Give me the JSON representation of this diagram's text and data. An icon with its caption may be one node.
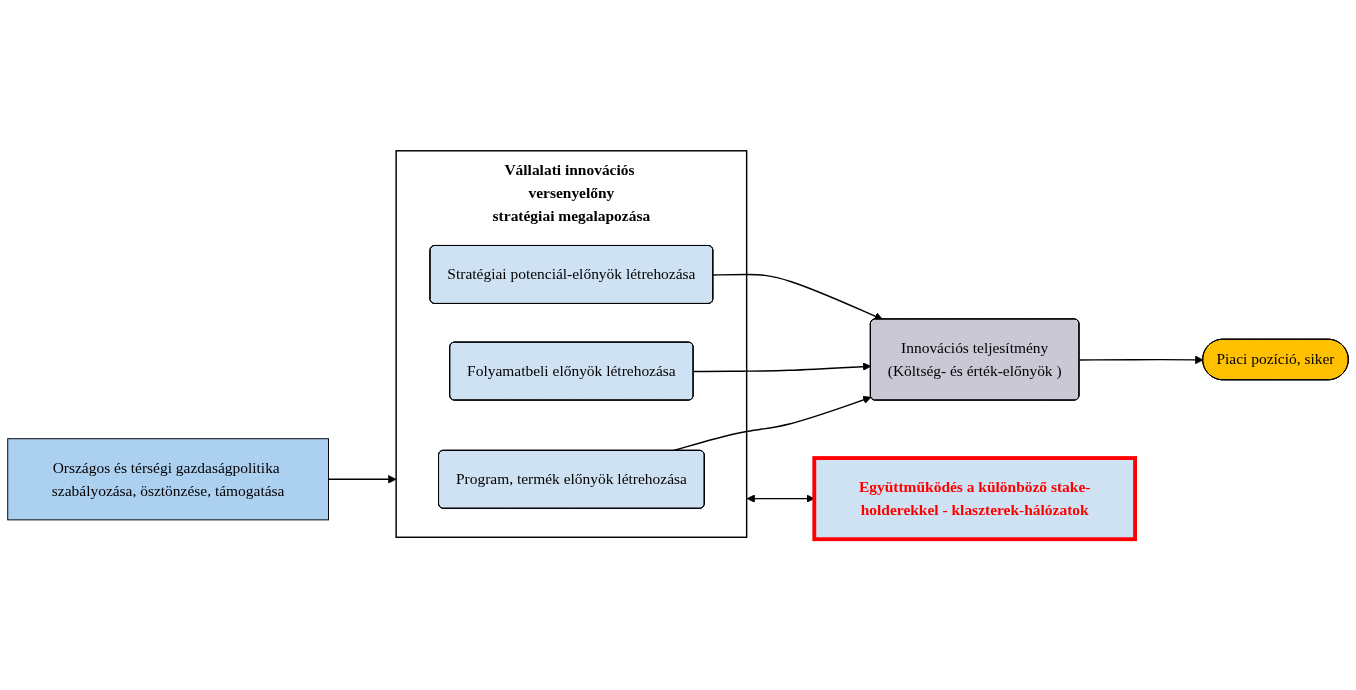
{
  "diagram": {
    "nodes": [
      {
        "text": [
          "Vállalati innovációs versenyelőny stratégiai megalapozása"
        ]
      },
      {
        "text": [
          "Stratégiai potenciál-előnyök létrehozása"
        ],
        "in": 0
      },
      {
        "text": [
          "Folyamatbeli előnyök létrehozása"
        ],
        "in": 0
      },
      {
        "text": [
          "Program, termék előnyök létrehozása"
        ],
        "in": 0
      },
      {
        "text": [
          "Innovációs teljesítmény",
          "(Költség- és érték-előnyök )"
        ]
      },
      {
        "text": [
          "Együttműködés a különböző stake-holderekkel - klaszterek-hálózatok"
        ]
      },
      {
        "text": [
          "Piaci pozíció, siker"
        ]
      },
      {
        "text": [
          "Országos és térségi gazdaságpolitika szabályozása, ösztönzése, támogatása"
        ]
      }
    ],
    "edges": [
      {
        "from": 1,
        "to": 4,
        "arrow": "to"
      },
      {
        "from": 2,
        "to": 4,
        "arrow": "to"
      },
      {
        "from": 3,
        "to": 4,
        "arrow": "to"
      },
      {
        "from": 4,
        "to": 6,
        "arrow": "to"
      },
      {
        "from": 0,
        "to": 5,
        "arrow": "both"
      },
      {
        "from": 7,
        "to": 0,
        "arrow": "to"
      }
    ]
  }
}
